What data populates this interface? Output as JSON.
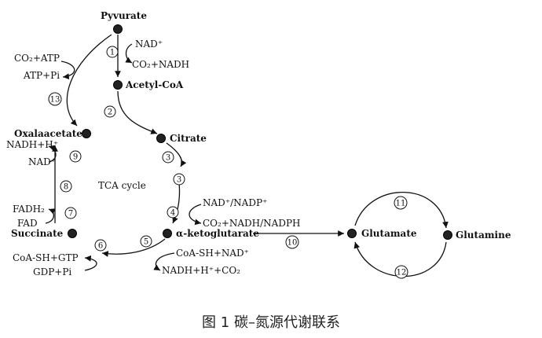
{
  "metabolites": {
    "pyruvate": "Pyvurate",
    "acetyl_coa": "Acetyl-CoA",
    "citrate": "Citrate",
    "a_ketoglutarate": "α-ketoglutarate",
    "succinate": "Succinate",
    "oxalaacetate": "Oxalaacetate",
    "glutamate": "Glutamate",
    "glutamine": "Glutamine"
  },
  "cycle_label": "TCA cycle",
  "cofactors": {
    "nad_plus": "NAD⁺",
    "co2_nadh": "CO₂+NADH",
    "co2_atp": "CO₂+ATP",
    "atp_pi": "ATP+Pi",
    "nad_nadp": "NAD⁺/NADP⁺",
    "co2_nadh_nadph": "CO₂+NADH/NADPH",
    "coash_nad": "CoA-SH+NAD⁺",
    "nadh_h_co2": "NADH+H⁺+CO₂",
    "coash_gtp": "CoA-SH+GTP",
    "gdp_pi": "GDP+Pi",
    "fadh2": "FADH₂",
    "fad": "FAD",
    "nadh_h": "NADH+H⁺",
    "nad_plus_2": "NAD⁺"
  },
  "steps": {
    "s1": "1",
    "s2": "2",
    "s3a": "3",
    "s3b": "3",
    "s4": "4",
    "s5": "5",
    "s6": "6",
    "s7": "7",
    "s8": "8",
    "s9": "9",
    "s10": "10",
    "s11": "11",
    "s12": "12",
    "s13": "13"
  },
  "caption": "图 1   碳–氮源代谢联系",
  "colors": {
    "ink": "#111111",
    "node_fill": "#222222"
  }
}
